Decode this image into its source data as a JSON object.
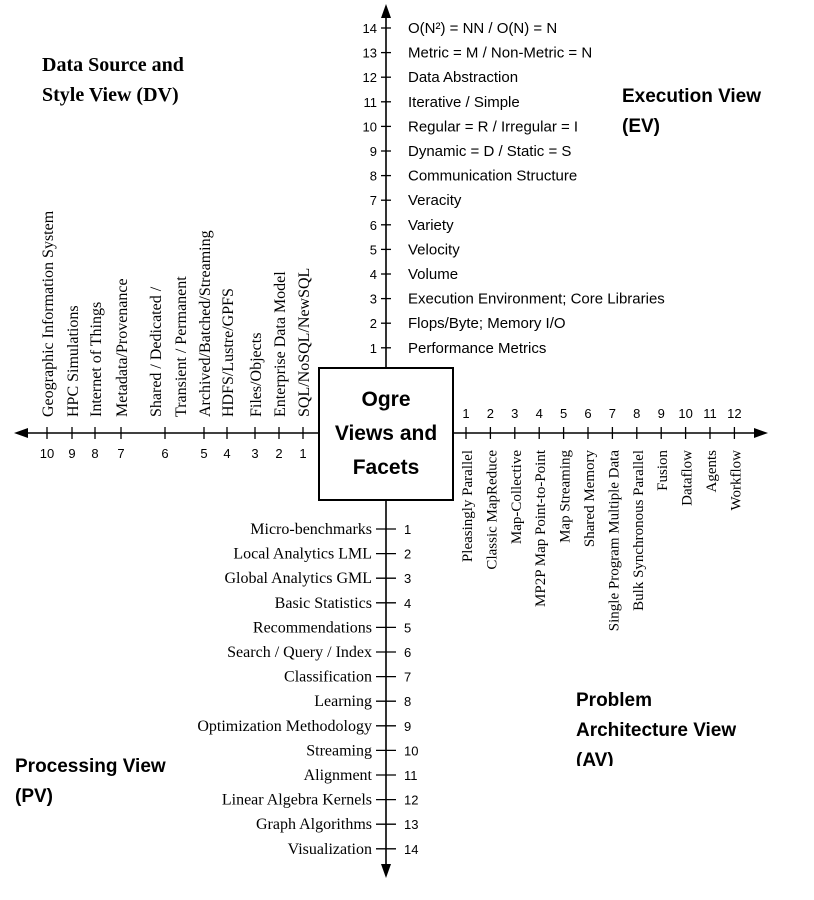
{
  "center": {
    "line1": "Ogre",
    "line2": "Views and",
    "line3": "Facets"
  },
  "views": {
    "dv": {
      "line1": "Data Source and",
      "line2": "Style View (DV)"
    },
    "ev": {
      "line1": "Execution View",
      "line2": "(EV)"
    },
    "pv": {
      "line1": "Processing View",
      "line2": "(PV)"
    },
    "av": {
      "line1": "Problem",
      "line2": "Architecture View",
      "line3": "(AV)"
    }
  },
  "execution_facets": [
    {
      "n": "1",
      "label": "Performance Metrics"
    },
    {
      "n": "2",
      "label": "Flops/Byte; Memory I/O"
    },
    {
      "n": "3",
      "label": "Execution Environment; Core Libraries"
    },
    {
      "n": "4",
      "label": "Volume"
    },
    {
      "n": "5",
      "label": "Velocity"
    },
    {
      "n": "6",
      "label": "Variety"
    },
    {
      "n": "7",
      "label": "Veracity"
    },
    {
      "n": "8",
      "label": "Communication Structure"
    },
    {
      "n": "9",
      "label": "Dynamic = D / Static = S"
    },
    {
      "n": "10",
      "label": "Regular = R / Irregular = I"
    },
    {
      "n": "11",
      "label": "Iterative / Simple"
    },
    {
      "n": "12",
      "label": "Data Abstraction"
    },
    {
      "n": "13",
      "label": "Metric = M / Non-Metric = N"
    },
    {
      "n": "14",
      "label": "O(N²) = NN / O(N) = N"
    }
  ],
  "data_source_facets": [
    {
      "n": "1",
      "label": "SQL/NoSQL/NewSQL"
    },
    {
      "n": "2",
      "label": "Enterprise Data Model"
    },
    {
      "n": "3",
      "label": "Files/Objects"
    },
    {
      "n": "4",
      "label": "HDFS/Lustre/GPFS"
    },
    {
      "n": "5",
      "label": "Archived/Batched/Streaming"
    },
    {
      "n": "6",
      "label": "Shared / Dedicated /",
      "label2": "Transient / Permanent"
    },
    {
      "n": "7",
      "label": "Metadata/Provenance"
    },
    {
      "n": "8",
      "label": "Internet of Things"
    },
    {
      "n": "9",
      "label": "HPC Simulations"
    },
    {
      "n": "10",
      "label": "Geographic Information System"
    }
  ],
  "architecture_facets": [
    {
      "n": "1",
      "label": "Pleasingly Parallel"
    },
    {
      "n": "2",
      "label": "Classic MapReduce"
    },
    {
      "n": "3",
      "label": "Map-Collective"
    },
    {
      "n": "4",
      "label": "MP2P Map Point-to-Point"
    },
    {
      "n": "5",
      "label": "Map Streaming"
    },
    {
      "n": "6",
      "label": "Shared Memory"
    },
    {
      "n": "7",
      "label": "Single Program Multiple Data"
    },
    {
      "n": "8",
      "label": "Bulk Synchronous Parallel"
    },
    {
      "n": "9",
      "label": "Fusion"
    },
    {
      "n": "10",
      "label": "Dataflow"
    },
    {
      "n": "11",
      "label": "Agents"
    },
    {
      "n": "12",
      "label": "Workflow"
    }
  ],
  "processing_facets": [
    {
      "n": "1",
      "label": "Micro-benchmarks"
    },
    {
      "n": "2",
      "label": "Local Analytics LML"
    },
    {
      "n": "3",
      "label": "Global Analytics GML"
    },
    {
      "n": "4",
      "label": "Basic Statistics"
    },
    {
      "n": "5",
      "label": "Recommendations"
    },
    {
      "n": "6",
      "label": "Search / Query / Index"
    },
    {
      "n": "7",
      "label": "Classification"
    },
    {
      "n": "8",
      "label": "Learning"
    },
    {
      "n": "9",
      "label": "Optimization Methodology"
    },
    {
      "n": "10",
      "label": "Streaming"
    },
    {
      "n": "11",
      "label": "Alignment"
    },
    {
      "n": "12",
      "label": "Linear Algebra Kernels"
    },
    {
      "n": "13",
      "label": "Graph Algorithms"
    },
    {
      "n": "14",
      "label": "Visualization"
    }
  ]
}
